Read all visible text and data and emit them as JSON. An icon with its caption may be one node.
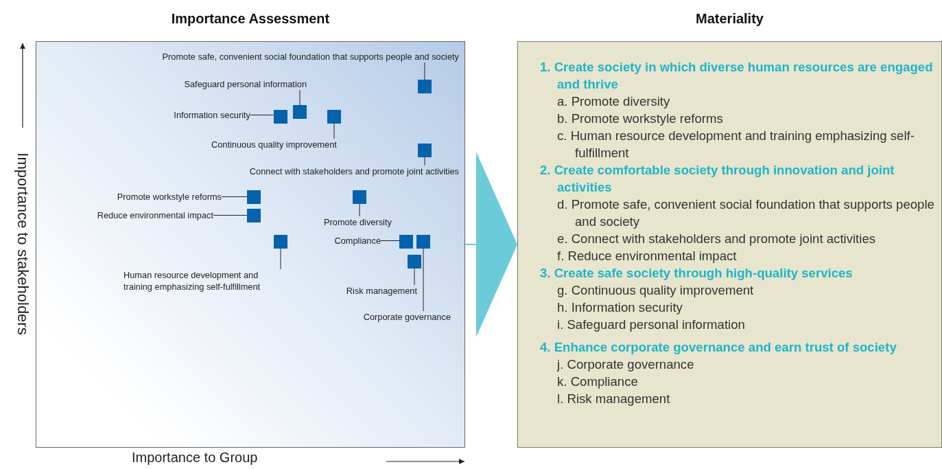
{
  "diagram": {
    "nodes": [
      {
        "text": [
          "Importance Assessment"
        ]
      },
      {
        "text": [
          "Materiality",
          "1. Create society in which diverse human resources are engaged and thrive",
          "a. Promote diversity",
          "b. Promote workstyle reforms",
          "c. Human resource development and training emphasizing self-fulfillment",
          "2. Create comfortable society through innovation and joint activities",
          "d. Promote safe, convenient social foundation that supports people and society",
          "e. Connect with stakeholders and promote joint activities",
          "f. Reduce environmental impact",
          "3. Create safe society through high-quality services",
          "g. Continuous quality improvement",
          "h. Information security",
          "i. Safeguard personal information",
          "4. Enhance corporate governance and earn trust of society",
          "j. Corporate governance",
          "k. Compliance",
          "l. Risk management"
        ]
      },
      {
        "text": [
          "Promote safe, convenient social foundation that supports people and society"
        ],
        "in": 0
      },
      {
        "text": [],
        "shape": "box",
        "in": 0
      },
      {
        "text": [
          "Safeguard personal information"
        ],
        "in": 0
      },
      {
        "text": [],
        "shape": "box",
        "in": 0
      },
      {
        "text": [
          "Information security"
        ],
        "in": 0
      },
      {
        "text": [],
        "shape": "box",
        "in": 0
      },
      {
        "text": [
          "Continuous quality improvement"
        ],
        "in": 0
      },
      {
        "text": [],
        "shape": "box",
        "in": 0
      },
      {
        "text": [
          "Connect with stakeholders and promote joint activities"
        ],
        "in": 0
      },
      {
        "text": [],
        "shape": "box",
        "in": 0
      },
      {
        "text": [
          "Promote workstyle reforms"
        ],
        "in": 0
      },
      {
        "text": [],
        "shape": "box",
        "in": 0
      },
      {
        "text": [
          "Reduce environmental impact"
        ],
        "in": 0
      },
      {
        "text": [],
        "shape": "box",
        "in": 0
      },
      {
        "text": [
          "Promote diversity"
        ],
        "in": 0
      },
      {
        "text": [],
        "shape": "box",
        "in": 0
      },
      {
        "text": [
          "Human resource development and training emphasizing self-fulfillment"
        ],
        "in": 0
      },
      {
        "text": [],
        "shape": "box",
        "in": 0
      },
      {
        "text": [
          "Compliance"
        ],
        "in": 0
      },
      {
        "text": [],
        "shape": "box",
        "in": 0
      },
      {
        "text": [
          "Risk management"
        ],
        "in": 0
      },
      {
        "text": [],
        "shape": "box",
        "in": 0
      },
      {
        "text": [
          "Corporate governance"
        ],
        "in": 0
      },
      {
        "text": [],
        "shape": "box",
        "in": 0
      }
    ],
    "edges": [
      {
        "from": 0,
        "to": 1,
        "arrow": "to",
        "color": "#6ccbd8"
      },
      {
        "from": 2,
        "to": 3,
        "arrow": "none"
      },
      {
        "from": 4,
        "to": 5,
        "arrow": "none"
      },
      {
        "from": 6,
        "to": 7,
        "arrow": "none"
      },
      {
        "from": 8,
        "to": 9,
        "arrow": "none"
      },
      {
        "from": 10,
        "to": 11,
        "arrow": "none"
      },
      {
        "from": 12,
        "to": 13,
        "arrow": "none"
      },
      {
        "from": 14,
        "to": 15,
        "arrow": "none"
      },
      {
        "from": 16,
        "to": 17,
        "arrow": "none"
      },
      {
        "from": 18,
        "to": 19,
        "arrow": "none"
      },
      {
        "from": 20,
        "to": 21,
        "arrow": "none"
      },
      {
        "from": 22,
        "to": 23,
        "arrow": "none"
      },
      {
        "from": 24,
        "to": 25,
        "arrow": "none"
      }
    ],
    "labels": [
      "Importance to stakeholders",
      "Importance to Group"
    ]
  }
}
